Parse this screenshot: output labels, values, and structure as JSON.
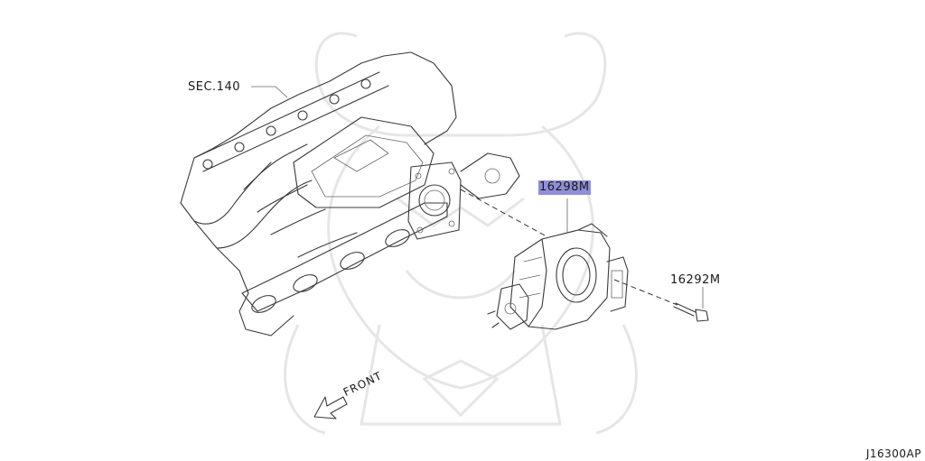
{
  "labels": {
    "sec_ref": "SEC.140",
    "throttle_part": "16298M",
    "bolt_part": "16292M",
    "front": "FRONT",
    "diagram_id": "J16300AP"
  },
  "colors": {
    "highlight": "#8f8fd9",
    "line": "#3a3a3a",
    "watermark": "#e6e6e6"
  },
  "icons": {
    "front_arrow": "front-arrow-icon",
    "watermark": "samurai-mask-watermark"
  }
}
